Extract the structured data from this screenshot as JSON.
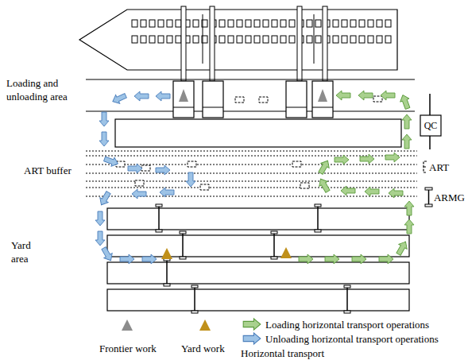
{
  "diagram": {
    "labels": [
      "Loading and unloading area",
      "ART buffer",
      "Yard area",
      "QC",
      "ART",
      "ARMG",
      "Horizontal transport"
    ],
    "legend": [
      {
        "text": "Loading horizontal transport operations"
      },
      {
        "text": "Unloading horizontal transport operations"
      },
      {
        "text": "Frontier work"
      },
      {
        "text": "Yard work"
      }
    ]
  }
}
